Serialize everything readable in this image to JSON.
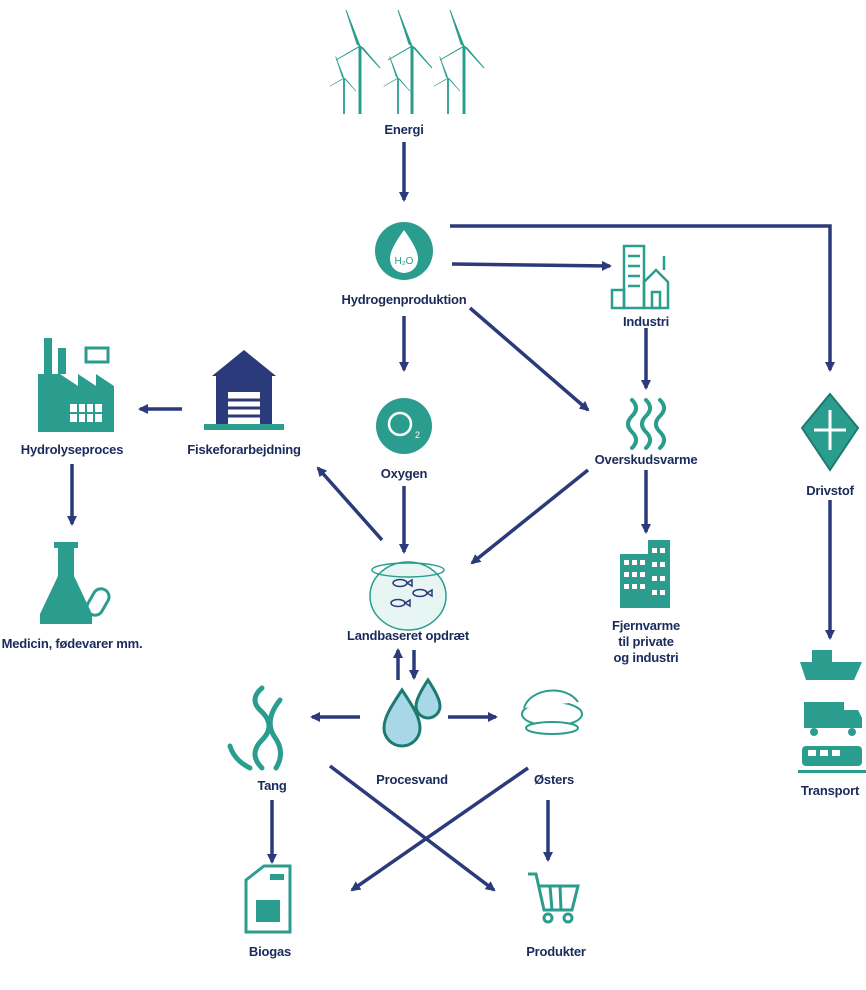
{
  "colors": {
    "teal": "#2a9d8f",
    "navy": "#2b3a7a",
    "label": "#1a2a5c",
    "pale": "#e8f6f3"
  },
  "nodes": {
    "energi": {
      "label": "Energi",
      "icon": "wind-turbines-icon"
    },
    "hydrogen": {
      "label": "Hydrogenproduktion",
      "icon": "water-drop-h2o-icon"
    },
    "industri": {
      "label": "Industri",
      "icon": "factory-buildings-icon"
    },
    "oxygen": {
      "label": "Oxygen",
      "icon": "oxygen-o2-icon"
    },
    "overskud": {
      "label": "Overskudsvarme",
      "icon": "heat-waves-icon"
    },
    "drivstof": {
      "label": "Drivstof",
      "icon": "fuel-diamond-icon"
    },
    "fiske": {
      "label": "Fiskeforarbejdning",
      "icon": "warehouse-icon"
    },
    "hydrolyse": {
      "label": "Hydrolyseproces",
      "icon": "factory-icon"
    },
    "medicin": {
      "label": "Medicin, fødevarer mm.",
      "icon": "flask-pill-icon"
    },
    "landbaseret": {
      "label": "Landbaseret opdræt",
      "icon": "fish-tank-icon"
    },
    "fjernvarme": {
      "line1": "Fjernvarme",
      "line2": "til private",
      "line3": "og industri",
      "icon": "apartment-buildings-icon"
    },
    "transport": {
      "label": "Transport",
      "icon": "ship-truck-train-icon"
    },
    "tang": {
      "label": "Tang",
      "icon": "seaweed-icon"
    },
    "procesvand": {
      "label": "Procesvand",
      "icon": "water-drops-icon"
    },
    "oesters": {
      "label": "Østers",
      "icon": "oyster-icon"
    },
    "biogas": {
      "label": "Biogas",
      "icon": "gas-canister-icon"
    },
    "produkter": {
      "label": "Produkter",
      "icon": "shopping-cart-icon"
    }
  }
}
